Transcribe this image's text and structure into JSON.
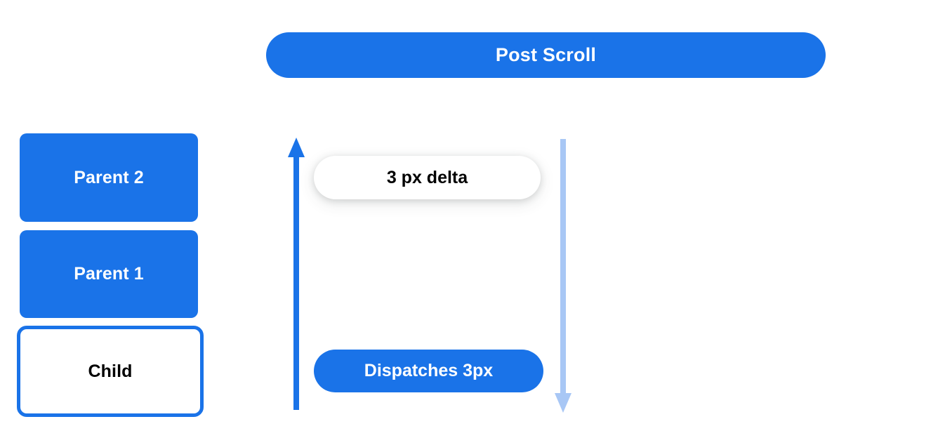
{
  "header": {
    "title": "Post Scroll",
    "color": "#1a73e8",
    "text_color": "#ffffff"
  },
  "hierarchy": {
    "nodes": [
      {
        "label": "Parent 2",
        "style": "filled",
        "fill": "#1a73e8",
        "text_color": "#ffffff"
      },
      {
        "label": "Parent 1",
        "style": "filled",
        "fill": "#1a73e8",
        "text_color": "#ffffff"
      },
      {
        "label": "Child",
        "style": "outlined",
        "fill": "#ffffff",
        "border_color": "#1a73e8",
        "text_color": "#000000"
      }
    ]
  },
  "flow": {
    "arrow_up": {
      "name": "scroll-up-arrow",
      "direction": "up",
      "color": "#1a73e8"
    },
    "arrow_down": {
      "name": "scroll-down-arrow",
      "direction": "down",
      "color": "#a8c7f5"
    },
    "annotations": [
      {
        "label": "3 px delta",
        "style": "white-pill",
        "fill": "#ffffff",
        "text_color": "#000000"
      },
      {
        "label": "Dispatches 3px",
        "style": "blue-pill",
        "fill": "#1a73e8",
        "text_color": "#ffffff"
      }
    ]
  }
}
